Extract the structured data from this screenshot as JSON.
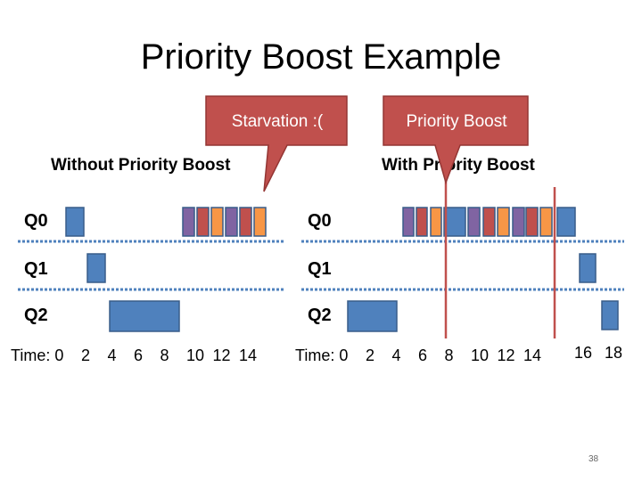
{
  "title": "Priority Boost Example",
  "left_panel": {
    "subtitle": "Without Priority Boost",
    "queues": [
      "Q0",
      "Q1",
      "Q2"
    ],
    "time_prefix": "Time: 0",
    "time_ticks": [
      "2",
      "4",
      "6",
      "8",
      "10",
      "12",
      "14"
    ]
  },
  "right_panel": {
    "subtitle": "With Priority Boost",
    "queues": [
      "Q0",
      "Q1",
      "Q2"
    ],
    "time_prefix": "Time: 0",
    "time_ticks": [
      "2",
      "4",
      "6",
      "8",
      "10",
      "12",
      "14",
      "16",
      "18"
    ]
  },
  "callouts": {
    "starvation": "Starvation :(",
    "boost": "Priority Boost"
  },
  "colors": {
    "blue_job": "#4f81bd",
    "purple_job": "#8064a2",
    "red_job": "#c0504d",
    "orange_job": "#f79646",
    "callout": "#c0504d",
    "boost_line": "#c0504d",
    "separator": "#4f81bd"
  },
  "slide_number": "38"
}
